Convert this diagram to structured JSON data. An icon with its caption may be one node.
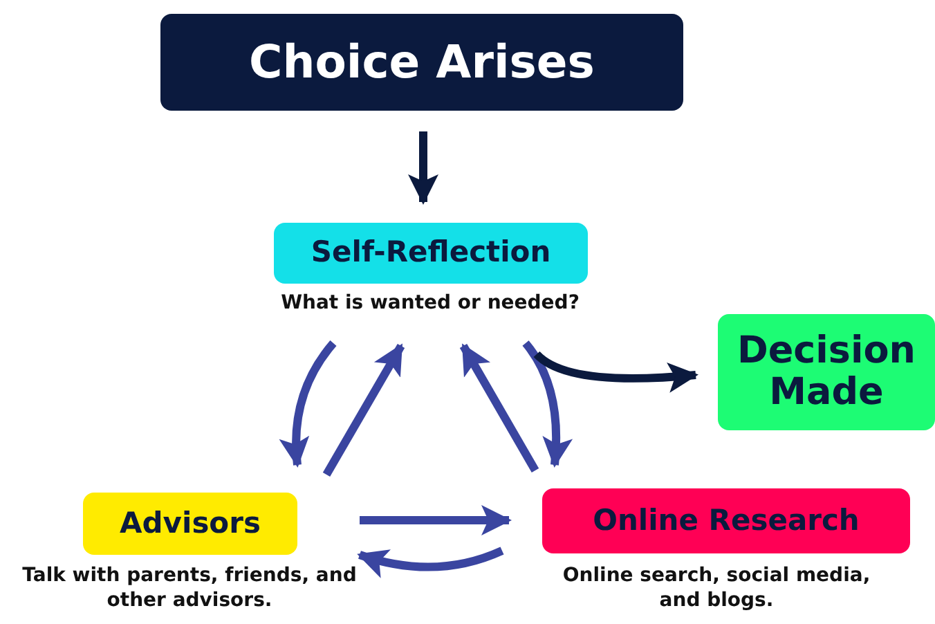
{
  "diagram": {
    "nodes": [
      {
        "text": [
          "Choice Arises"
        ]
      },
      {
        "text": [
          "Self-Reflection"
        ],
        "beside": [
          "What is wanted or needed?"
        ]
      },
      {
        "text": [
          "Decision Made"
        ]
      },
      {
        "text": [
          "Advisors"
        ],
        "beside": [
          "Talk with parents, friends, and other advisors."
        ]
      },
      {
        "text": [
          "Online Research"
        ],
        "beside": [
          "Online search, social media, and blogs."
        ]
      }
    ],
    "edges": [
      {
        "from": 0,
        "to": 1,
        "arrow": "to",
        "color": "#0b1a3e"
      },
      {
        "from": 1,
        "to": 3,
        "arrow": "to"
      },
      {
        "from": 3,
        "to": 1,
        "arrow": "to"
      },
      {
        "from": 4,
        "to": 1,
        "arrow": "to"
      },
      {
        "from": 1,
        "to": 4,
        "arrow": "to"
      },
      {
        "from": 1,
        "to": 2,
        "arrow": "to",
        "color": "#0b1a3e"
      },
      {
        "from": 3,
        "to": 4,
        "arrow": "to"
      },
      {
        "from": 4,
        "to": 3,
        "arrow": "to"
      }
    ]
  }
}
